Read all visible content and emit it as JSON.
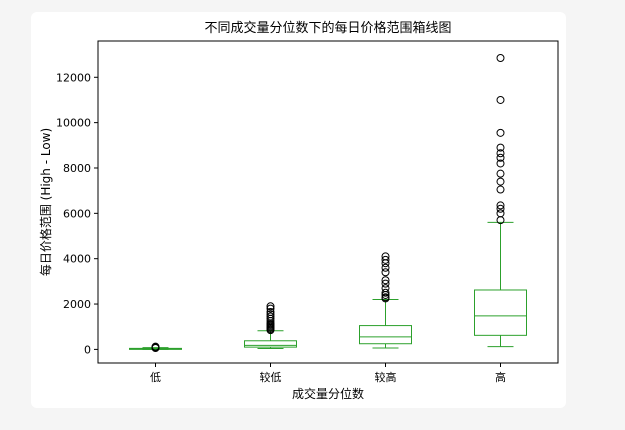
{
  "chart_data": {
    "type": "box",
    "title": "不同成交量分位数下的每日价格范围箱线图",
    "xlabel": "成交量分位数",
    "ylabel": "每日价格范围 (High - Low)",
    "categories": [
      "低",
      "较低",
      "较高",
      "高"
    ],
    "ylim": [
      -600,
      13600
    ],
    "yticks": [
      0,
      2000,
      4000,
      6000,
      8000,
      10000,
      12000
    ],
    "grid": false,
    "box_color": "#2ca02c",
    "outlier_color": "#000000",
    "boxes": [
      {
        "category": "低",
        "whisker_low": 0,
        "q1": 15,
        "median": 30,
        "q3": 45,
        "whisker_high": 80,
        "outliers": [
          60,
          80,
          100,
          120
        ]
      },
      {
        "category": "较低",
        "whisker_low": 40,
        "q1": 100,
        "median": 180,
        "q3": 380,
        "whisker_high": 820,
        "outliers": [
          850,
          900,
          950,
          1000,
          1050,
          1100,
          1150,
          1250,
          1350,
          1450,
          1550,
          1650,
          1800,
          1900
        ]
      },
      {
        "category": "较高",
        "whisker_low": 60,
        "q1": 250,
        "median": 550,
        "q3": 1050,
        "whisker_high": 2200,
        "outliers": [
          2250,
          2300,
          2400,
          2500,
          2700,
          2900,
          3050,
          3400,
          3600,
          3800,
          3950,
          4100
        ]
      },
      {
        "category": "高",
        "whisker_low": 120,
        "q1": 620,
        "median": 1480,
        "q3": 2620,
        "whisker_high": 5600,
        "outliers": [
          5700,
          6000,
          6200,
          6350,
          7050,
          7400,
          7750,
          8200,
          8450,
          8650,
          8900,
          9550,
          11000,
          12850
        ]
      }
    ]
  }
}
